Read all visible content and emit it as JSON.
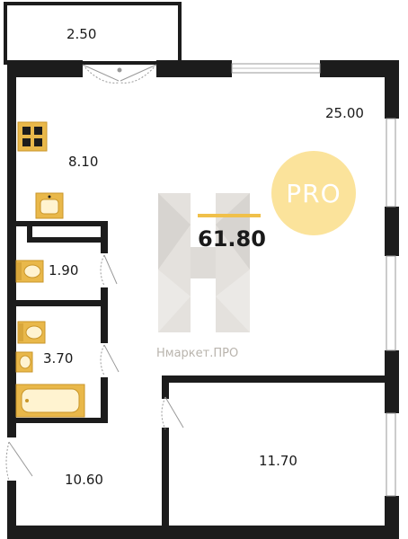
{
  "rooms": [
    {
      "id": "balcony",
      "area": "2.50"
    },
    {
      "id": "living",
      "area": "25.00"
    },
    {
      "id": "kitchen",
      "area": "8.10"
    },
    {
      "id": "toilet",
      "area": "1.90"
    },
    {
      "id": "bath",
      "area": "3.70"
    },
    {
      "id": "hall",
      "area": "10.60"
    },
    {
      "id": "bedroom",
      "area": "11.70"
    }
  ],
  "total_area": "61.80",
  "badge": {
    "text": "PRO",
    "color": "#fbe39b"
  },
  "watermark": {
    "text": "Нмаркет.ПРО"
  },
  "colors": {
    "wall": "#1c1c1c",
    "fixture": "#e9b84a",
    "accent": "#f0c04a"
  }
}
